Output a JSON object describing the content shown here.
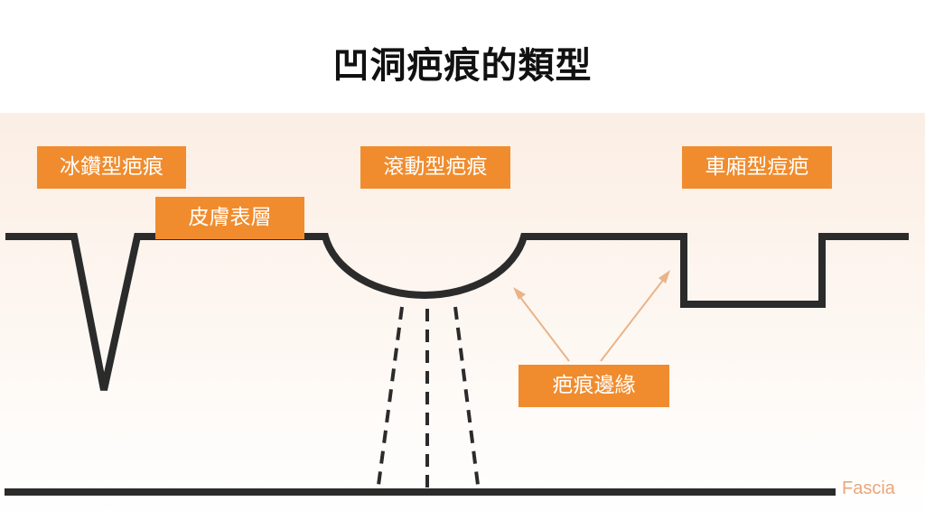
{
  "title": "凹洞疤痕的類型",
  "labels": {
    "ice_pick": "冰鑽型疤痕",
    "skin_surface": "皮膚表層",
    "rolling": "滾動型疤痕",
    "boxcar": "車廂型痘疤",
    "scar_edge": "疤痕邊緣",
    "fascia": "Fascia"
  },
  "colors": {
    "label_bg": "#f08c2e",
    "label_text": "#ffffff",
    "line": "#2b2b2b",
    "arrow": "#e9b489",
    "fascia_text": "#e8a77c",
    "panel_bg": "#fbeee4"
  }
}
